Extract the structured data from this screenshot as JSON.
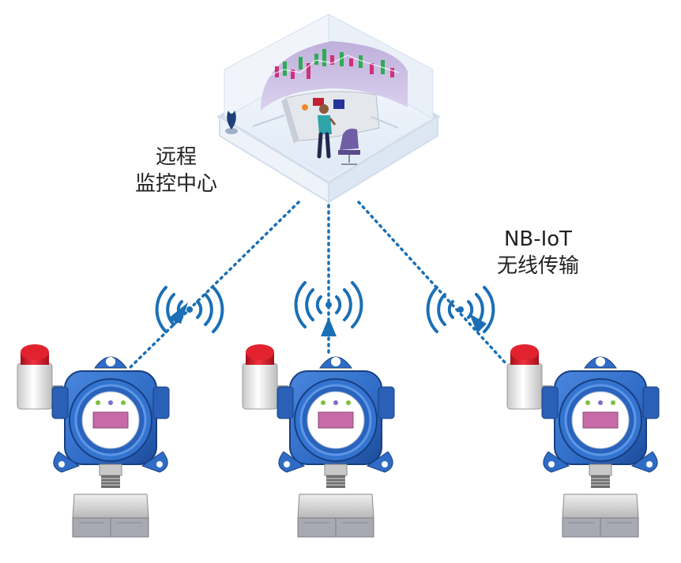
{
  "labels": {
    "center_line1": "远程",
    "center_line2": "监控中心",
    "nbiot_line1": "NB-IoT",
    "nbiot_line2": "无线传输"
  },
  "colors": {
    "link": "#1a6fb5",
    "detector_body": "#2f6cc6",
    "detector_dark": "#1c4a97",
    "beacon_red": "#d9182a",
    "display": "#c86aa8",
    "panel_frame": "#c9d8ea"
  },
  "icons": [
    "monitoring-center-illustration",
    "wireless-signal-icon",
    "gas-detector-illustration"
  ]
}
